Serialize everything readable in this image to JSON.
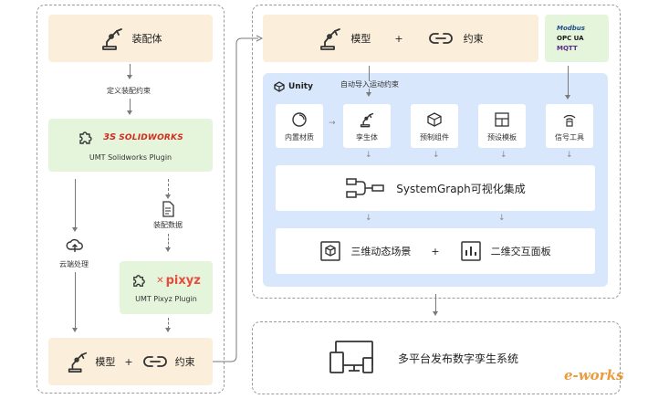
{
  "left": {
    "assembly_label": "装配体",
    "define_constraint_label": "定义装配约束",
    "solidworks_logo": "SOLIDWORKS",
    "solidworks_plugin": "UMT Solidworks Plugin",
    "assembly_data_label": "装配数据",
    "cloud_label": "云端处理",
    "pixyz_logo": "pixyz",
    "pixyz_plugin": "UMT Pixyz Plugin",
    "bottom": {
      "model": "模型",
      "plus": "+",
      "constraint": "约束"
    }
  },
  "right": {
    "top": {
      "model": "模型",
      "plus": "+",
      "constraint": "约束"
    },
    "protocols": [
      "Modbus",
      "OPC UA",
      "MQTT"
    ],
    "unity_label": "Unity",
    "auto_import_label": "自动导入运动约束",
    "components": [
      {
        "label": "内置材质",
        "icon": "material-icon"
      },
      {
        "label": "孪生体",
        "icon": "robot-arm-icon"
      },
      {
        "label": "预制组件",
        "icon": "cube-icon"
      },
      {
        "label": "预设模板",
        "icon": "template-icon"
      },
      {
        "label": "信号工具",
        "icon": "signal-icon"
      }
    ],
    "systemgraph_label": "SystemGraph可视化集成",
    "scene_label": "三维动态场景",
    "scene_plus": "+",
    "panel_label": "二维交互面板"
  },
  "bottom_right": {
    "publish_label": "多平台发布数字孪生系统"
  },
  "watermark": "e-works",
  "colors": {
    "peach": "#fbeedb",
    "green": "#e4f5dc",
    "panel_blue": "#d8e7fb",
    "solidworks_red": "#d52b1e",
    "pixyz_red": "#e94b3c",
    "watermark_orange": "#e8891c"
  }
}
